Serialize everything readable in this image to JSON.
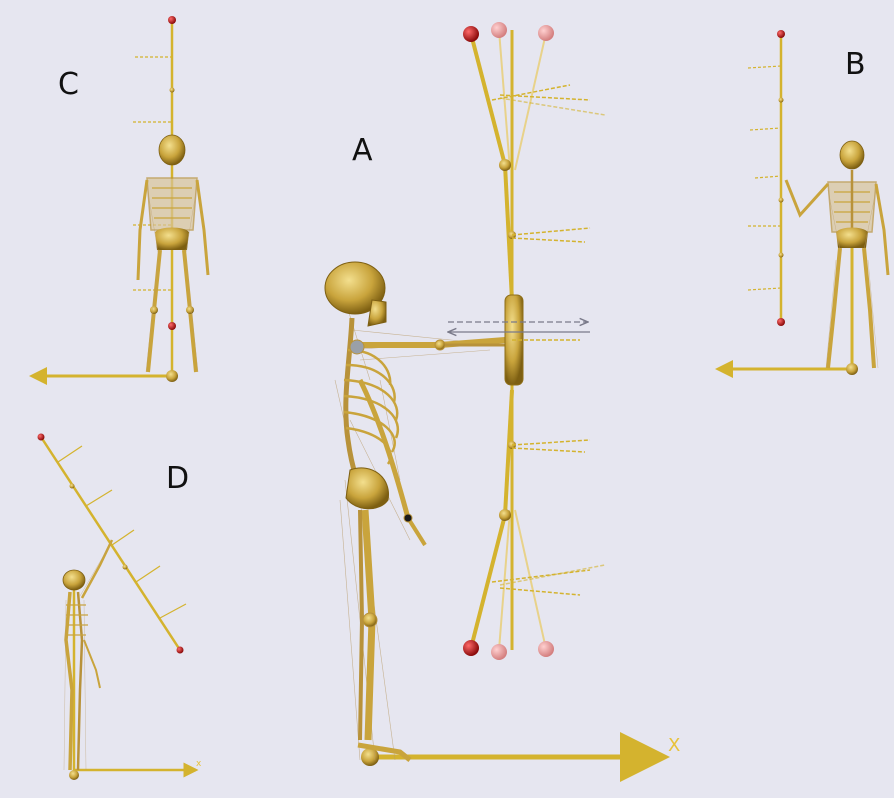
{
  "panels": {
    "a": {
      "label": "A"
    },
    "b": {
      "label": "B"
    },
    "c": {
      "label": "C"
    },
    "d": {
      "label": "D"
    }
  },
  "axis": {
    "x_label": "X",
    "small_x_label": "x"
  },
  "colors": {
    "background": "#e6e6f0",
    "bone": "#c9a43c",
    "bone_dark": "#8f6f18",
    "bar": "#d4b32e",
    "marker_red": "#b01616",
    "marker_pink": "#e79a9a",
    "arrow_gray": "#7a7a8a"
  }
}
